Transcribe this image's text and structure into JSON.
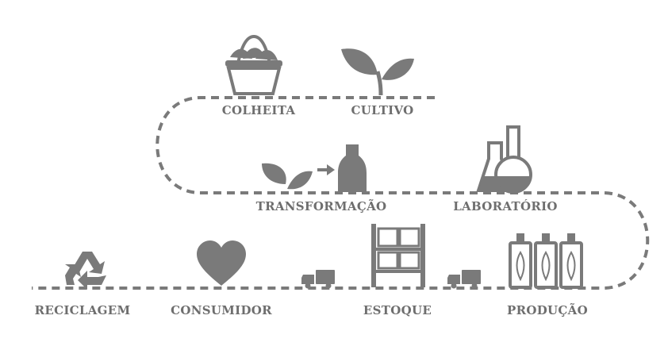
{
  "colors": {
    "ink": "#6e6e6e",
    "path": "#7a7a7a",
    "background": "#ffffff"
  },
  "stages": [
    {
      "label": "COLHEITA",
      "icon": "basket-icon"
    },
    {
      "label": "CULTIVO",
      "icon": "sprout-icon"
    },
    {
      "label": "TRANSFORMAÇÃO",
      "icon": "leaves-to-bottle-icon"
    },
    {
      "label": "LABORATÓRIO",
      "icon": "flasks-icon"
    },
    {
      "label": "RECICLAGEM",
      "icon": "recycle-icon"
    },
    {
      "label": "CONSUMIDOR",
      "icon": "heart-icon"
    },
    {
      "label": "ESTOQUE",
      "icon": "shelf-icon"
    },
    {
      "label": "PRODUÇÃO",
      "icon": "bottles-icon"
    }
  ],
  "transport_icons": [
    "truck-icon",
    "truck-icon"
  ]
}
